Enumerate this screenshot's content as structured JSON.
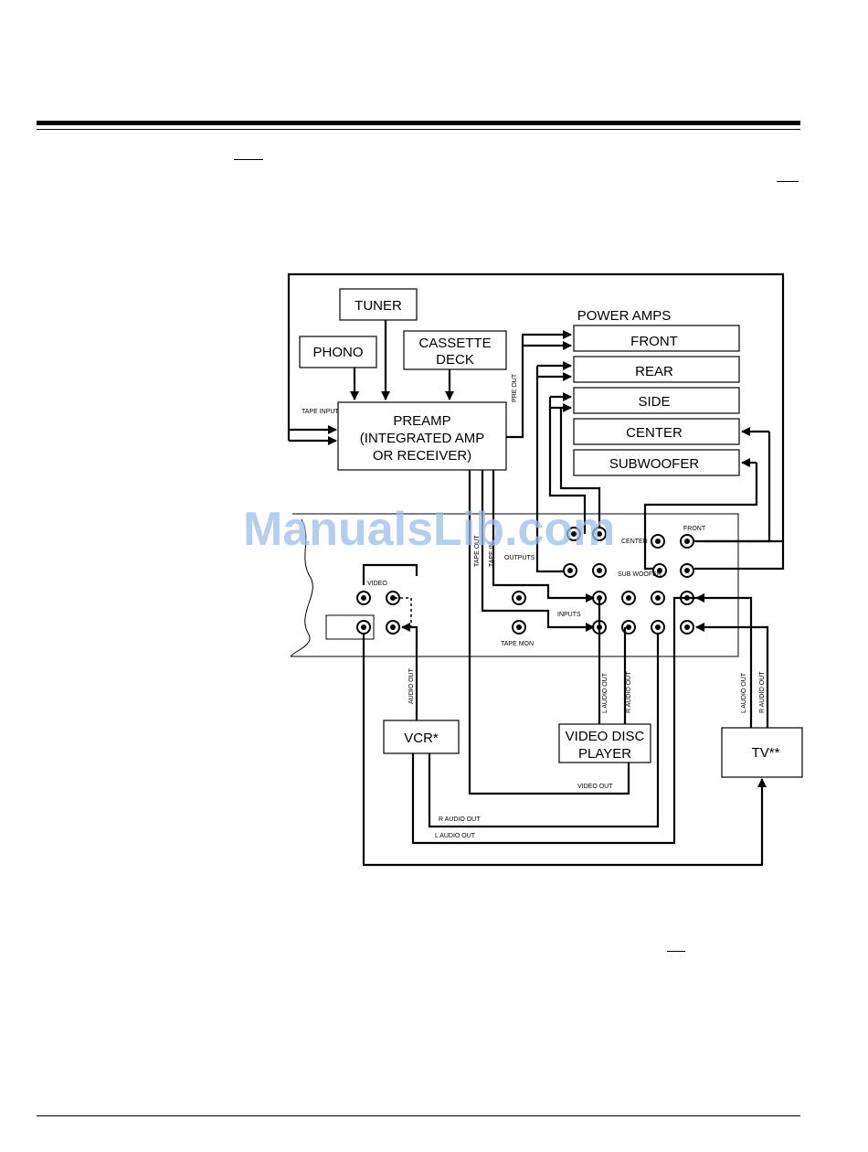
{
  "watermark": "ManualsLib.com",
  "components": {
    "tuner": "TUNER",
    "phono": "PHONO",
    "cassette_line1": "CASSETTE",
    "cassette_line2": "DECK",
    "preamp_line1": "PREAMP",
    "preamp_line2": "(INTEGRATED AMP",
    "preamp_line3": "OR RECEIVER)",
    "power_amps": "POWER AMPS",
    "front": "FRONT",
    "rear": "REAR",
    "side": "SIDE",
    "center": "CENTER",
    "subwoofer": "SUBWOOFER",
    "vcr": "VCR*",
    "vdp_line1": "VIDEO DISC",
    "vdp_line2": "PLAYER",
    "tv": "TV**"
  },
  "panel_labels": {
    "outputs": "OUTPUTS",
    "inputs": "INPUTS",
    "front": "FRONT",
    "tape_mon": "TAPE MON",
    "tape_out": "TAPE OUT",
    "tape_in": "TAPE IN",
    "preamp_out": "PRE OUT",
    "tape_input": "TAPE INPUT",
    "video": "VIDEO",
    "sub_woofer": "SUB WOOFER",
    "center": "CENTER"
  },
  "cable_labels": {
    "audio_out_vcr": "AUDIO OUT",
    "audio_out_vdp_l": "L AUDIO OUT",
    "audio_out_vdp_r": "R AUDIO OUT",
    "audio_out_tv_l": "L AUDIO OUT",
    "audio_out_tv_r": "R AUDIO OUT",
    "video_out": "VIDEO OUT",
    "r_audio_out": "R AUDIO OUT",
    "l_audio_out": "L AUDIO OUT"
  }
}
